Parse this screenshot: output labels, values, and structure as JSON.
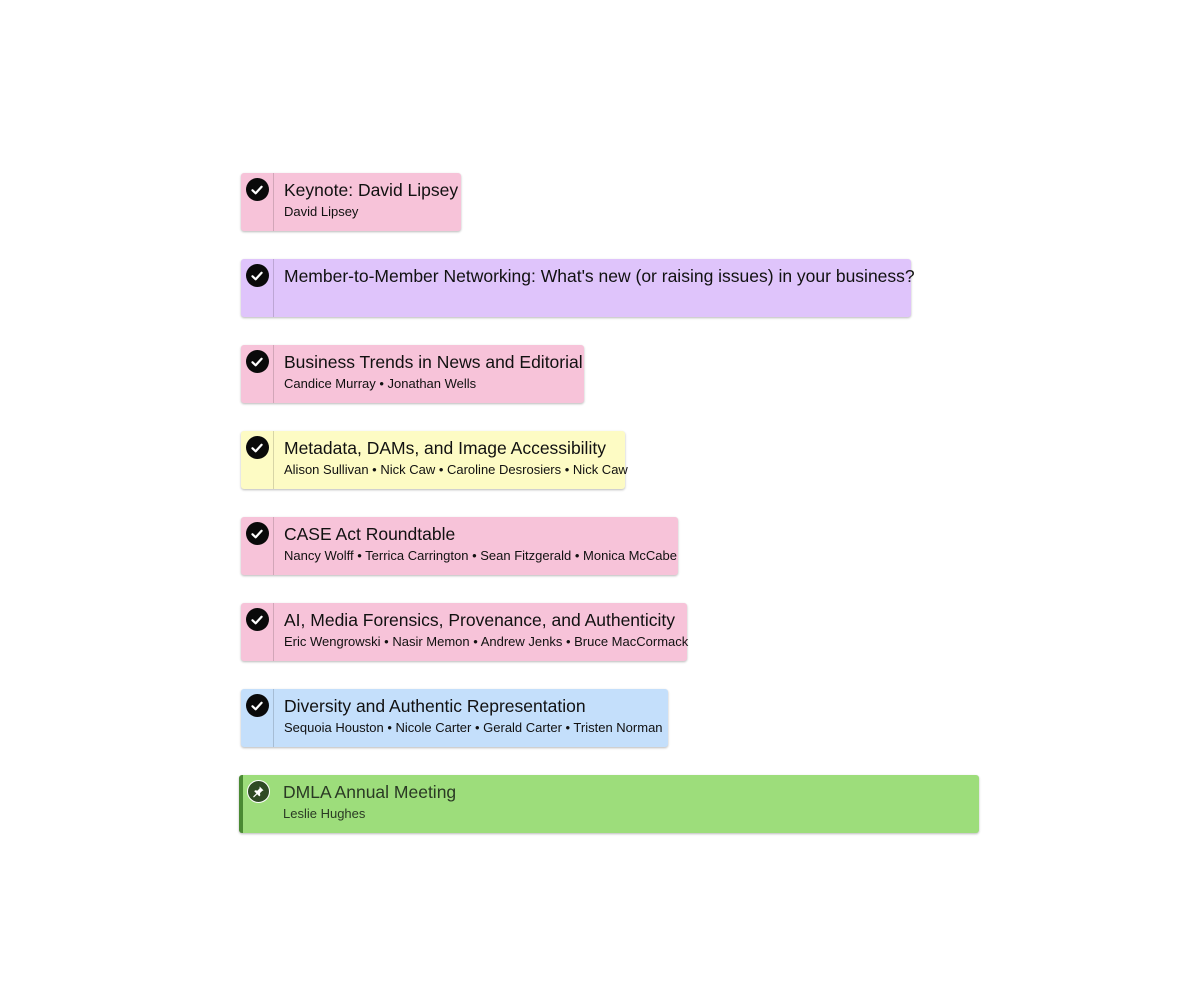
{
  "sessions": [
    {
      "title": "Keynote: David Lipsey",
      "speakers": "David Lipsey",
      "color": "#f7c3d9",
      "status_icon": "check-icon"
    },
    {
      "title": "Member-to-Member Networking: What's new (or raising issues) in your business?",
      "speakers": "",
      "color": "#dfc4fb",
      "status_icon": "check-icon"
    },
    {
      "title": "Business Trends in News and Editorial",
      "speakers": "Candice Murray • Jonathan Wells",
      "color": "#f7c3d9",
      "status_icon": "check-icon"
    },
    {
      "title": "Metadata, DAMs, and Image Accessibility",
      "speakers": "Alison Sullivan • Nick Caw • Caroline Desrosiers • Nick Caw",
      "color": "#fdfbc4",
      "status_icon": "check-icon"
    },
    {
      "title": "CASE Act Roundtable",
      "speakers": "Nancy Wolff • Terrica Carrington • Sean Fitzgerald • Monica McCabe",
      "color": "#f7c3d9",
      "status_icon": "check-icon"
    },
    {
      "title": "AI, Media Forensics, Provenance, and Authenticity",
      "speakers": "Eric Wengrowski • Nasir Memon • Andrew Jenks • Bruce MacCormack",
      "color": "#f7c3d9",
      "status_icon": "check-icon"
    },
    {
      "title": "Diversity and Authentic Representation",
      "speakers": "Sequoia Houston • Nicole Carter • Gerald Carter • Tristen Norman",
      "color": "#c4dffb",
      "status_icon": "check-icon"
    },
    {
      "title": "DMLA Annual Meeting",
      "speakers": "Leslie Hughes",
      "color": "#9ddd7b",
      "status_icon": "pin-icon"
    }
  ]
}
